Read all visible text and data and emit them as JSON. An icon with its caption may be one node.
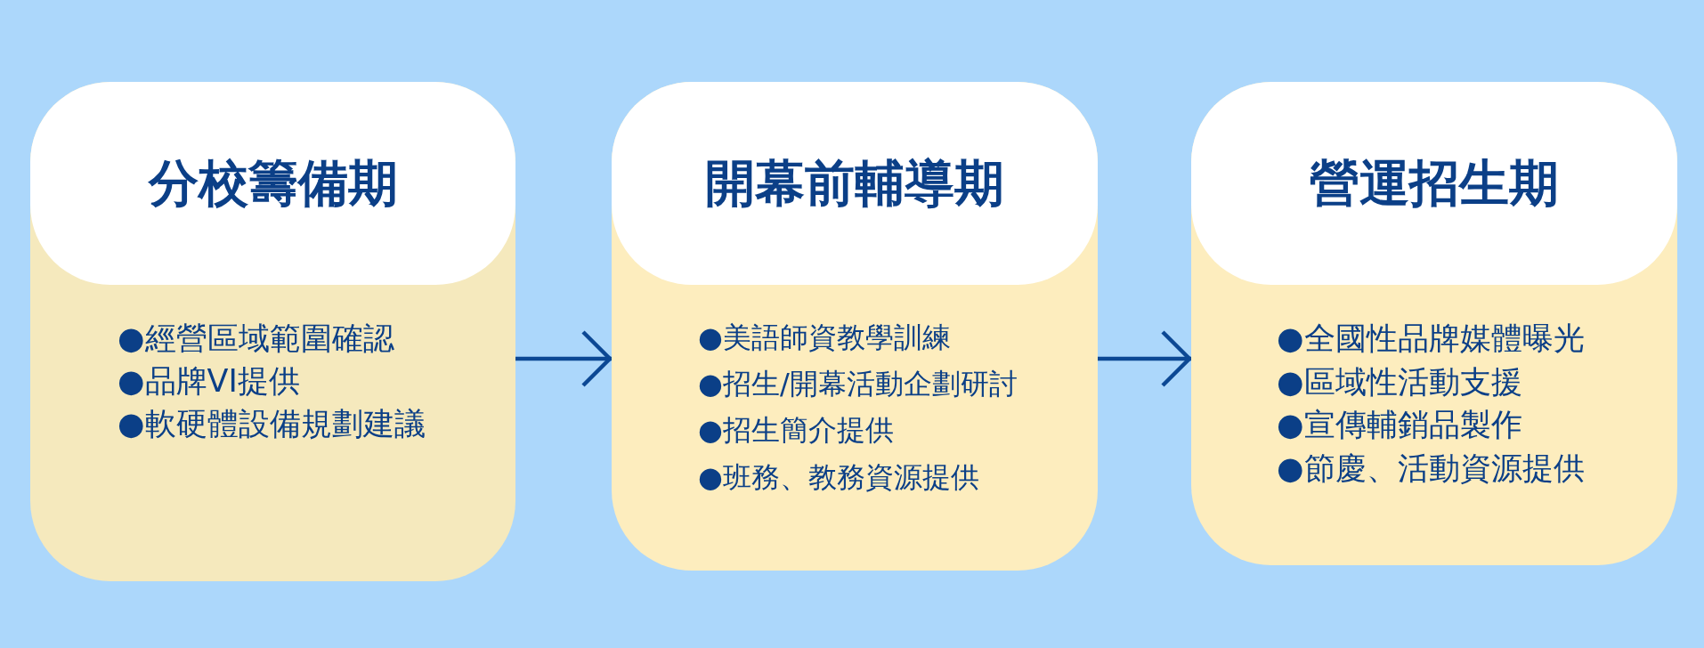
{
  "diagram": {
    "nodes": [
      {
        "text": [
          "分校籌備期",
          "●經營區域範圍確認",
          "●品牌VI提供",
          "●軟硬體設備規劃建議"
        ]
      },
      {
        "text": [
          "開幕前輔導期",
          "●美語師資教學訓練",
          "●招生/開幕活動企劃研討",
          "●招生簡介提供",
          "●班務、教務資源提供"
        ]
      },
      {
        "text": [
          "營運招生期",
          "●全國性品牌媒體曝光",
          "●區域性活動支援",
          "●宣傳輔銷品製作",
          "●節慶、活動資源提供"
        ]
      }
    ],
    "edges": [
      {
        "from": 0,
        "to": 1,
        "arrow": "to"
      },
      {
        "from": 1,
        "to": 2,
        "arrow": "to"
      }
    ]
  }
}
